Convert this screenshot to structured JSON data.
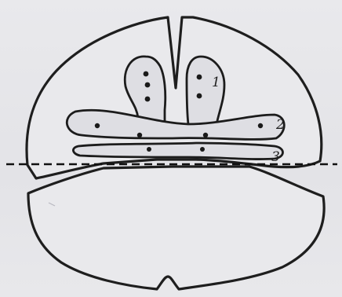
{
  "figure": {
    "labels": [
      {
        "id": "1",
        "text": "1"
      },
      {
        "id": "2",
        "text": "2"
      },
      {
        "id": "3",
        "text": "3"
      }
    ],
    "colors": {
      "ink": "#1e1e1e",
      "paper": "#e9e9ec",
      "shade": "#dedee3"
    }
  }
}
